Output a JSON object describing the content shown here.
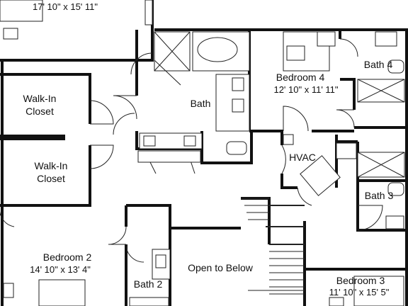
{
  "rooms": {
    "top_left": {
      "dims": "17' 10\" x 15' 11\""
    },
    "walkin_1": {
      "line1": "Walk-In",
      "line2": "Closet"
    },
    "walkin_2": {
      "line1": "Walk-In",
      "line2": "Closet"
    },
    "bath": {
      "label": "Bath"
    },
    "bedroom4": {
      "label": "Bedroom 4",
      "dims": "12' 10\" x 11' 11\""
    },
    "bath4": {
      "label": "Bath 4"
    },
    "hvac": {
      "label": "HVAC"
    },
    "bath3": {
      "label": "Bath 3"
    },
    "bedroom2": {
      "label": "Bedroom 2",
      "dims": "14' 10\" x 13' 4\""
    },
    "bath2": {
      "label": "Bath 2"
    },
    "open_below": {
      "label": "Open to Below"
    },
    "bedroom3": {
      "label": "Bedroom 3",
      "dims": "11' 10\" x 15' 5\""
    }
  }
}
